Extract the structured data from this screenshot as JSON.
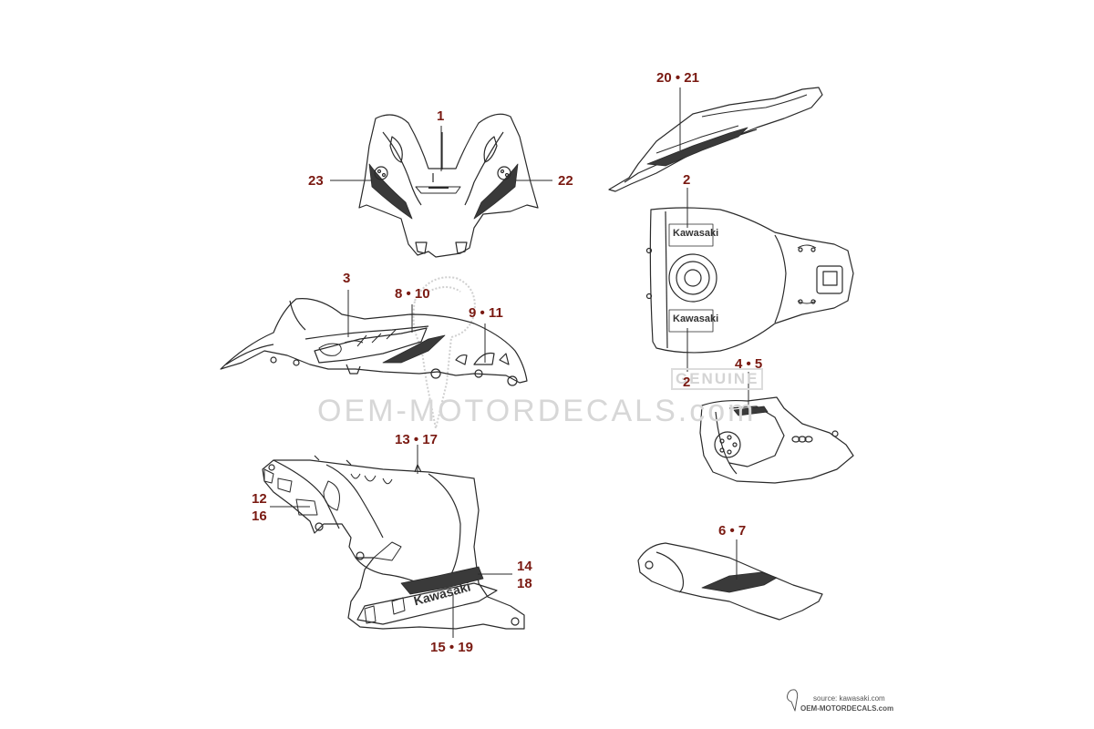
{
  "watermark": {
    "text": "OEM-MOTORDECALS.com",
    "badge": "GENUINE"
  },
  "footer": {
    "source": "source: kawasaki.com",
    "site": "OEM-MOTORDECALS.com"
  },
  "decal_text": {
    "brand": "Kawasaki"
  },
  "colors": {
    "callout": "#7a1a12",
    "line": "#2a2a2a",
    "watermark": "#d7d7d7"
  },
  "callouts": [
    {
      "id": "c1",
      "label": "1"
    },
    {
      "id": "c23",
      "label": "23"
    },
    {
      "id": "c22",
      "label": "22"
    },
    {
      "id": "c3",
      "label": "3"
    },
    {
      "id": "c8-10",
      "label": "8 • 10"
    },
    {
      "id": "c9-11",
      "label": "9 • 11"
    },
    {
      "id": "c13-17",
      "label": "13 • 17"
    },
    {
      "id": "c12",
      "label": "12"
    },
    {
      "id": "c16",
      "label": "16"
    },
    {
      "id": "c14",
      "label": "14"
    },
    {
      "id": "c18",
      "label": "18"
    },
    {
      "id": "c15-19",
      "label": "15 • 19"
    },
    {
      "id": "c20-21",
      "label": "20 • 21"
    },
    {
      "id": "c2-top",
      "label": "2"
    },
    {
      "id": "c2-bottom",
      "label": "2"
    },
    {
      "id": "c4-5",
      "label": "4 • 5"
    },
    {
      "id": "c6-7",
      "label": "6 • 7"
    }
  ]
}
